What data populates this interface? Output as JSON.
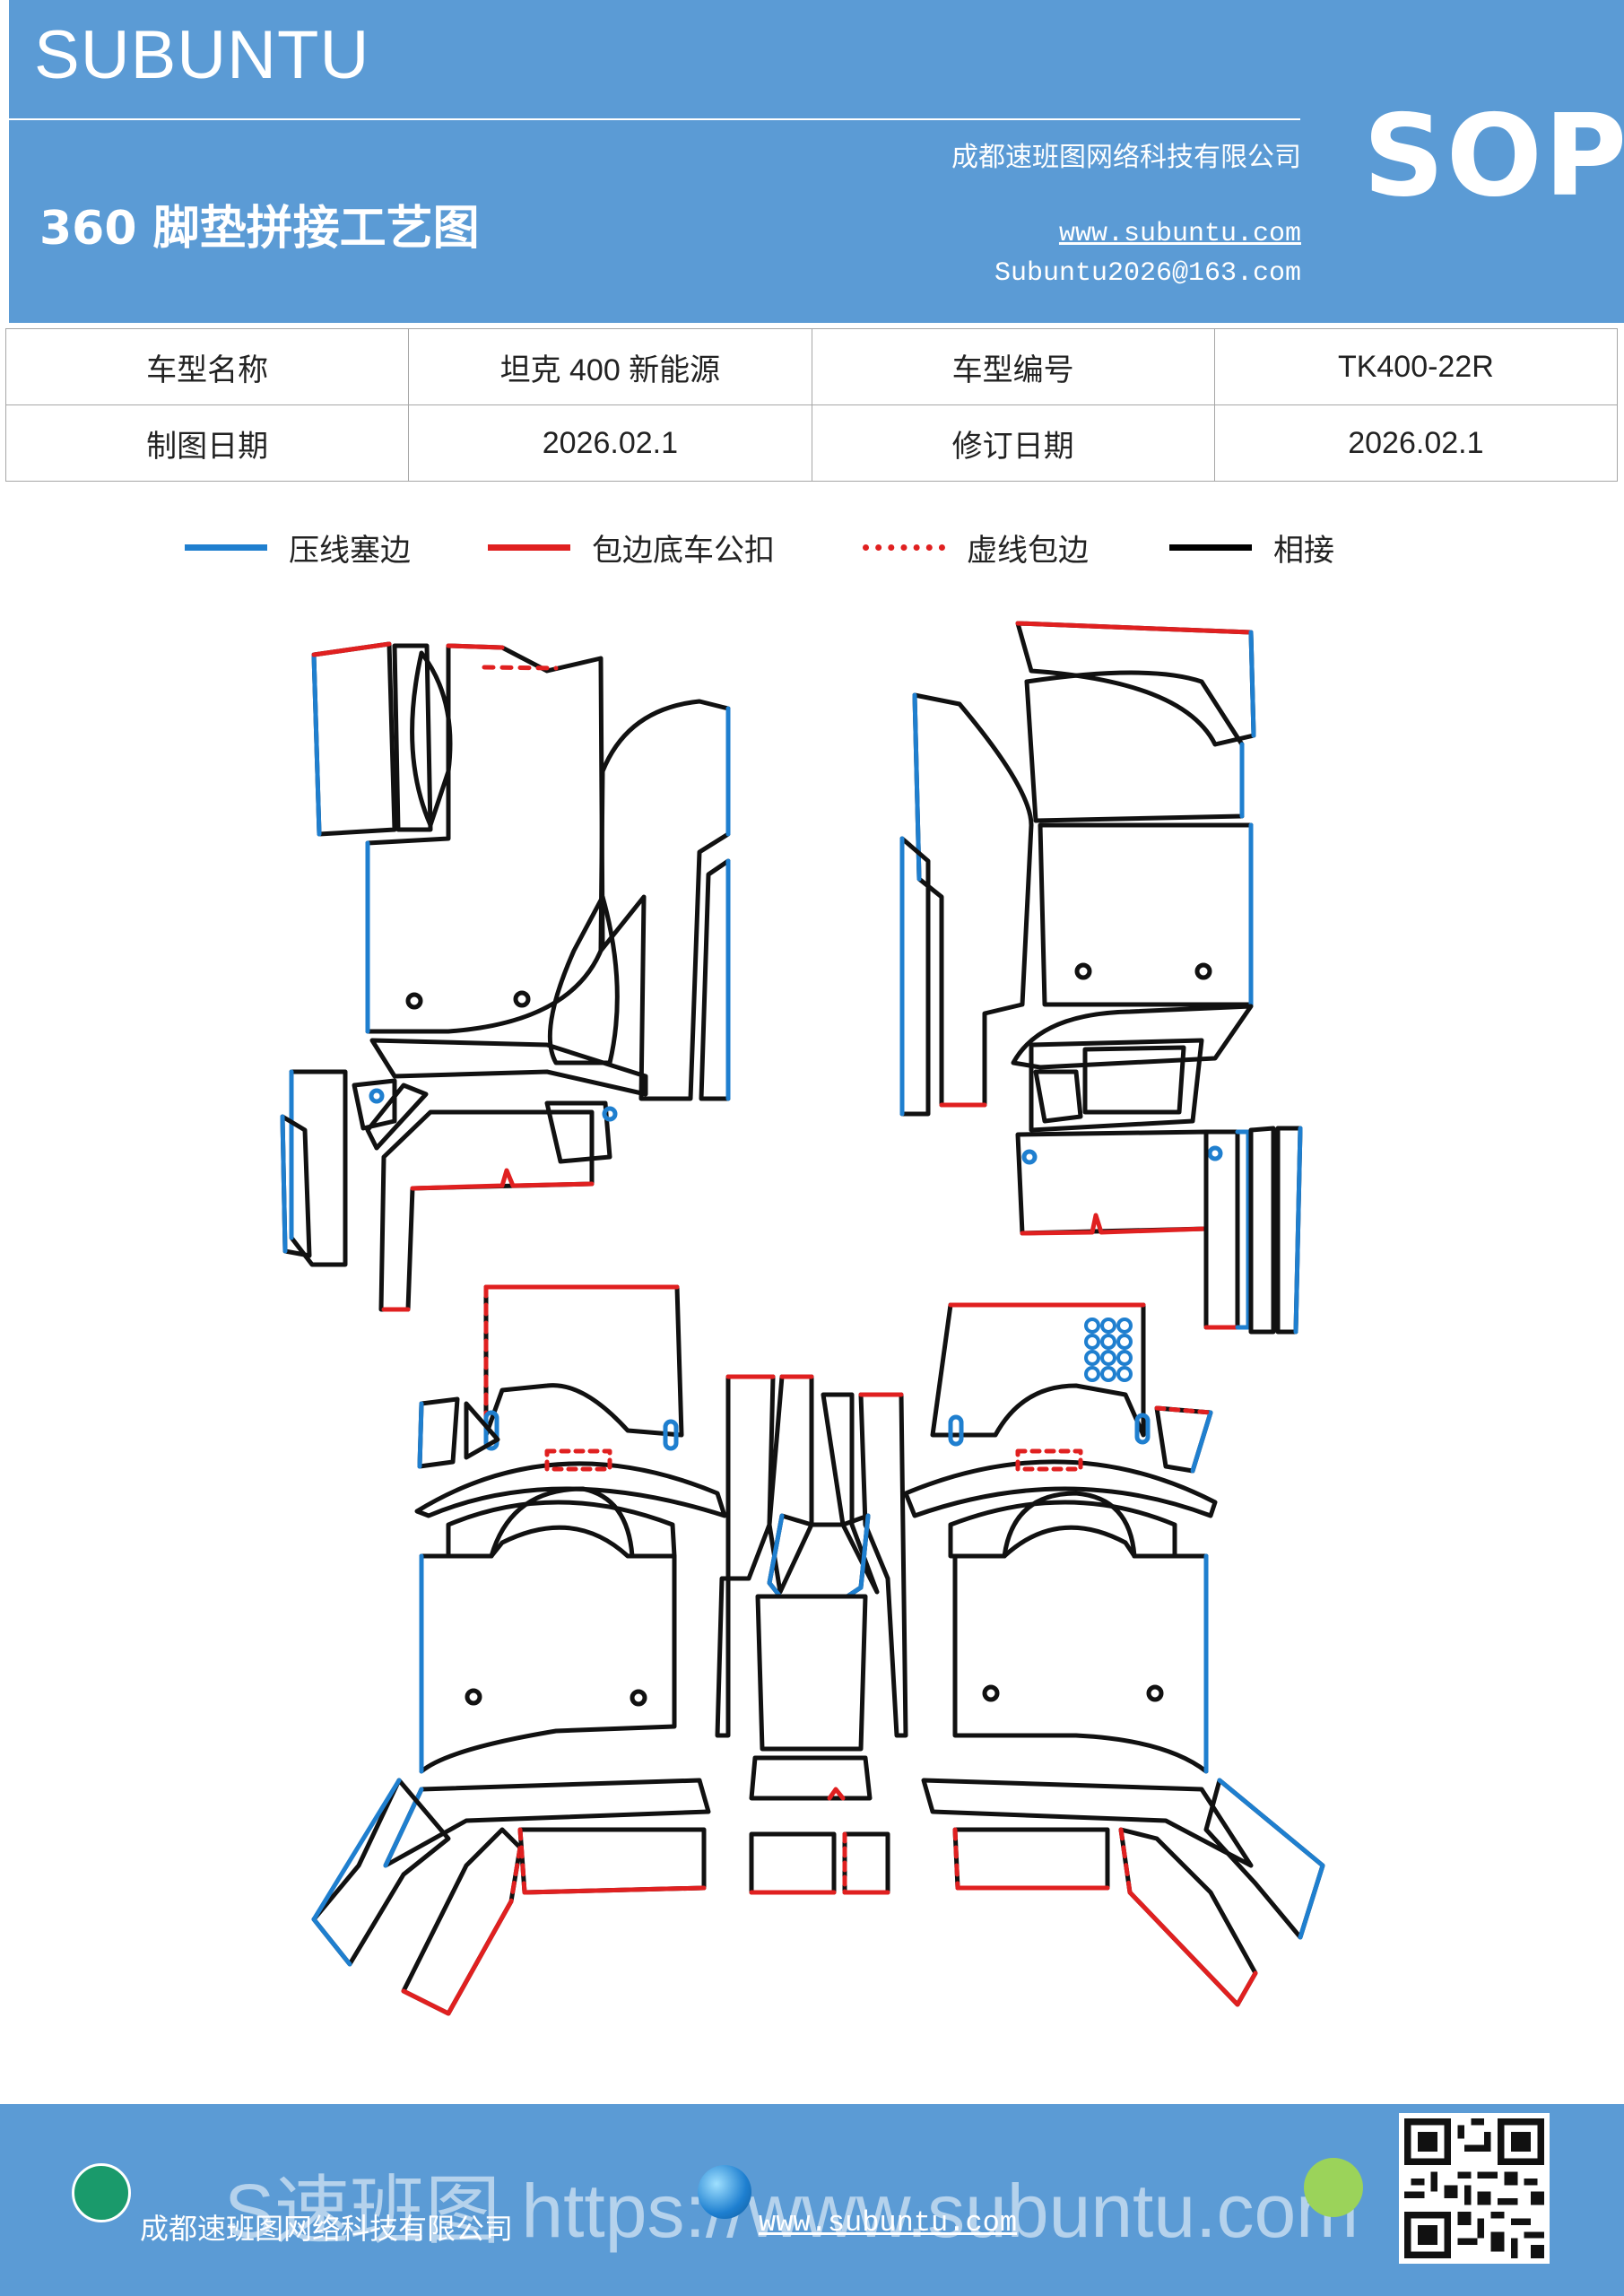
{
  "header": {
    "brand": "SUBUNTU",
    "title": "360 脚垫拼接工艺图",
    "company": "成都速班图网络科技有限公司",
    "website": "www.subuntu.com",
    "email": "Subuntu2026@163.com",
    "badge": "SOP",
    "bg_color": "#5b9bd5"
  },
  "info": {
    "row1": {
      "label1": "车型名称",
      "value1": "坦克 400 新能源",
      "label2": "车型编号",
      "value2": "TK400-22R"
    },
    "row2": {
      "label1": "制图日期",
      "value1": "2026.02.1",
      "label2": "修订日期",
      "value2": "2026.02.1"
    }
  },
  "legend": [
    {
      "label": "压线塞边",
      "color": "#1f7fcf",
      "style": "solid"
    },
    {
      "label": "包边底车公扣",
      "color": "#e02020",
      "style": "solid"
    },
    {
      "label": "虚线包边",
      "color": "#e02020",
      "style": "dashed"
    },
    {
      "label": "相接",
      "color": "#000000",
      "style": "solid"
    }
  ],
  "footer": {
    "watermark": "S速班图 https://www.subuntu.com",
    "company": "成都速班图网络科技有限公司",
    "website": "www.subuntu.com",
    "icons": [
      "building-icon",
      "globe-icon",
      "wechat-icon",
      "qr-code"
    ]
  }
}
